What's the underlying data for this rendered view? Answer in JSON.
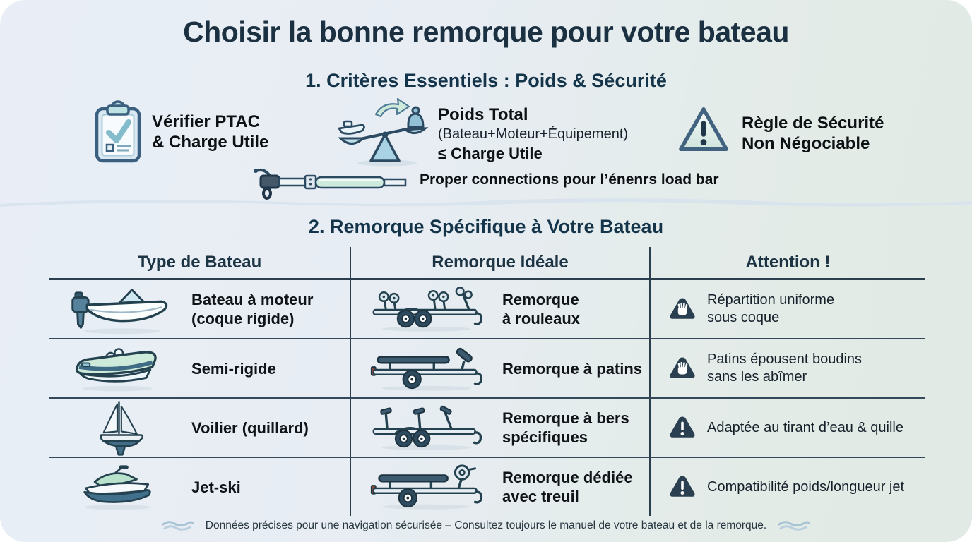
{
  "title": "Choisir la bonne remorque pour votre bateau",
  "section1": {
    "heading": "1. Critères Essentiels : Poids & Sécurité",
    "check": {
      "icon": "clipboard-check-icon",
      "line1": "Vérifier PTAC",
      "line2": "& Charge Utile"
    },
    "weight": {
      "icon": "balance-scale-icon",
      "line1": "Poids Total",
      "line2": "(Bateau+Moteur+Équipement)",
      "line3": "≤ Charge Utile"
    },
    "safety": {
      "icon": "warning-triangle-icon",
      "line1": "Règle de Sécurité",
      "line2": "Non Négociable"
    },
    "loadbar": {
      "icon": "tow-bar-icon",
      "note": "Proper connections pour l’énenrs load bar"
    }
  },
  "section2": {
    "heading": "2. Remorque Spécifique à Votre Bateau",
    "headers": {
      "boat": "Type de Bateau",
      "trailer": "Remorque Idéale",
      "attention": "Attention !"
    },
    "rows": [
      {
        "boat_icon": "motorboat-icon",
        "boat1": "Bateau à moteur",
        "boat2": "(coque rigide)",
        "trailer_icon": "roller-trailer-icon",
        "trailer1": "Remorque",
        "trailer2": "à rouleaux",
        "warn_icon": "hand-warning-icon",
        "warn1": "Répartition uniforme",
        "warn2": "sous coque"
      },
      {
        "boat_icon": "rib-boat-icon",
        "boat1": "Semi-rigide",
        "boat2": "",
        "trailer_icon": "bunk-trailer-icon",
        "trailer1": "Remorque à patins",
        "trailer2": "",
        "warn_icon": "hand-warning-icon",
        "warn1": "Patins épousent boudins",
        "warn2": "sans les abîmer"
      },
      {
        "boat_icon": "sailboat-icon",
        "boat1": "Voilier (quillard)",
        "boat2": "",
        "trailer_icon": "cradle-trailer-icon",
        "trailer1": "Remorque à bers",
        "trailer2": "spécifiques",
        "warn_icon": "alert-warning-icon",
        "warn1": "Adaptée au tirant d’eau & quille",
        "warn2": ""
      },
      {
        "boat_icon": "jetski-icon",
        "boat1": "Jet-ski",
        "boat2": "",
        "trailer_icon": "winch-trailer-icon",
        "trailer1": "Remorque dédiée",
        "trailer2": "avec treuil",
        "warn_icon": "alert-warning-icon",
        "warn1": "Compatibilité poids/longueur jet",
        "warn2": ""
      }
    ]
  },
  "footer": {
    "icon_left": "wave-icon",
    "icon_right": "wave-icon",
    "text": "Données précises pour une navigation sécurisée – Consultez toujours le manuel de votre bateau et de la remorque."
  },
  "colors": {
    "background_left": "#e9eef6",
    "background_right": "#e2ebe6",
    "ink": "#16303f",
    "teal": "#8fc3d4",
    "mint": "#cdeadd",
    "warning_dark": "#2a3f50"
  }
}
